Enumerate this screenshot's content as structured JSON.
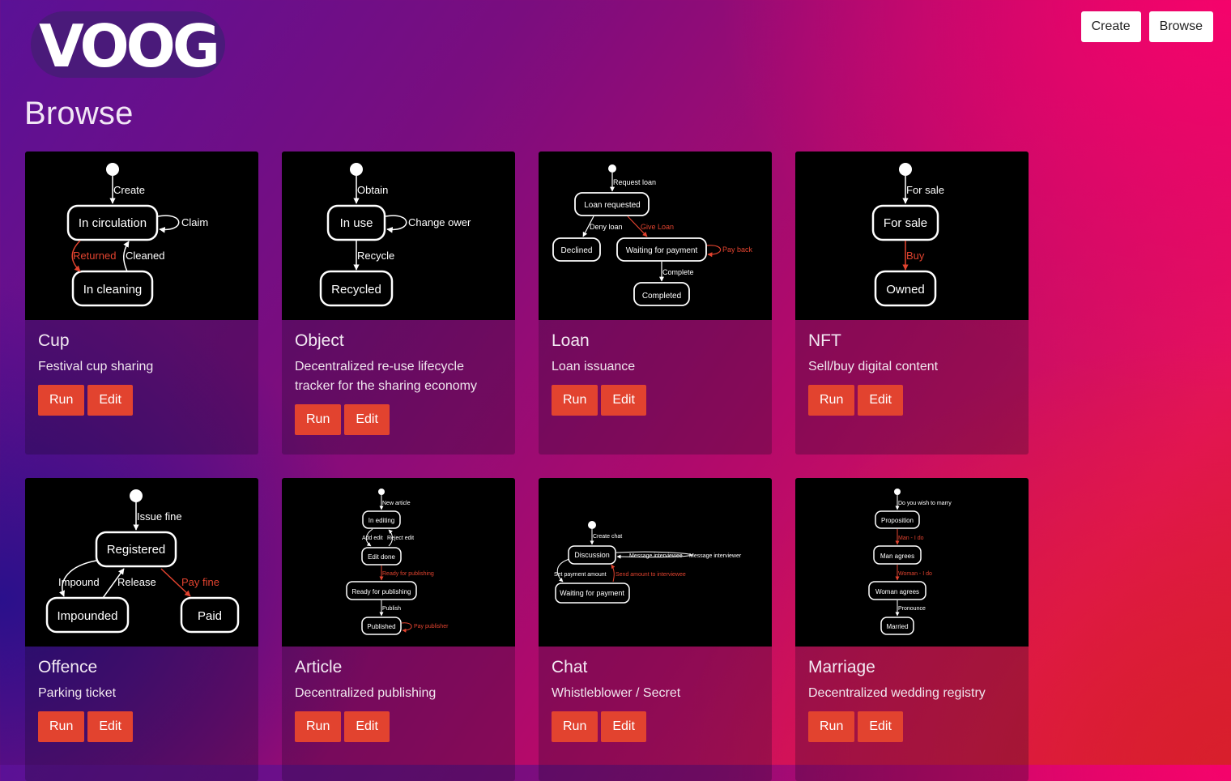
{
  "brand": {
    "logo_text": "VOOG"
  },
  "nav": {
    "create_label": "Create",
    "browse_label": "Browse"
  },
  "page": {
    "title": "Browse"
  },
  "colors": {
    "button": "#e2432f",
    "accent_red": "#e2432f",
    "diagram_bg": "#000000"
  },
  "cards": [
    {
      "title": "Cup",
      "description": "Festival cup sharing",
      "run_label": "Run",
      "edit_label": "Edit",
      "diagram": {
        "states": [
          "In circulation",
          "In cleaning"
        ],
        "transitions": [
          "Create",
          "Claim",
          "Returned",
          "Cleaned"
        ]
      }
    },
    {
      "title": "Object",
      "description": "Decentralized re-use lifecycle tracker for the sharing economy",
      "run_label": "Run",
      "edit_label": "Edit",
      "diagram": {
        "states": [
          "In use",
          "Recycled"
        ],
        "transitions": [
          "Obtain",
          "Change ower",
          "Recycle"
        ]
      }
    },
    {
      "title": "Loan",
      "description": "Loan issuance",
      "run_label": "Run",
      "edit_label": "Edit",
      "diagram": {
        "states": [
          "Loan requested",
          "Declined",
          "Waiting for payment",
          "Completed"
        ],
        "transitions": [
          "Request loan",
          "Deny loan",
          "Give Loan",
          "Pay back",
          "Complete"
        ]
      }
    },
    {
      "title": "NFT",
      "description": "Sell/buy digital content",
      "run_label": "Run",
      "edit_label": "Edit",
      "diagram": {
        "states": [
          "For sale",
          "Owned"
        ],
        "transitions": [
          "For sale",
          "Buy"
        ]
      }
    },
    {
      "title": "Offence",
      "description": "Parking ticket",
      "run_label": "Run",
      "edit_label": "Edit",
      "diagram": {
        "states": [
          "Registered",
          "Impounded",
          "Paid"
        ],
        "transitions": [
          "Issue fine",
          "Impound",
          "Release",
          "Pay fine"
        ]
      }
    },
    {
      "title": "Article",
      "description": "Decentralized publishing",
      "run_label": "Run",
      "edit_label": "Edit",
      "diagram": {
        "states": [
          "In editing",
          "Edit done",
          "Ready for publishing",
          "Published"
        ],
        "transitions": [
          "New article",
          "Add edit",
          "Reject edit",
          "Ready for publishing",
          "Publish",
          "Pay publisher"
        ]
      }
    },
    {
      "title": "Chat",
      "description": "Whistleblower / Secret",
      "run_label": "Run",
      "edit_label": "Edit",
      "diagram": {
        "states": [
          "Discussion",
          "Waiting for payment"
        ],
        "transitions": [
          "Create chat",
          "Message interviewee",
          "Message interviewer",
          "Set payment amount",
          "Send amount to interviewee"
        ]
      }
    },
    {
      "title": "Marriage",
      "description": "Decentralized wedding registry",
      "run_label": "Run",
      "edit_label": "Edit",
      "diagram": {
        "states": [
          "Proposition",
          "Man agrees",
          "Woman agrees",
          "Married"
        ],
        "transitions": [
          "Do you wish to marry",
          "Man - I do",
          "Woman - I do",
          "Pronounce"
        ]
      }
    }
  ]
}
